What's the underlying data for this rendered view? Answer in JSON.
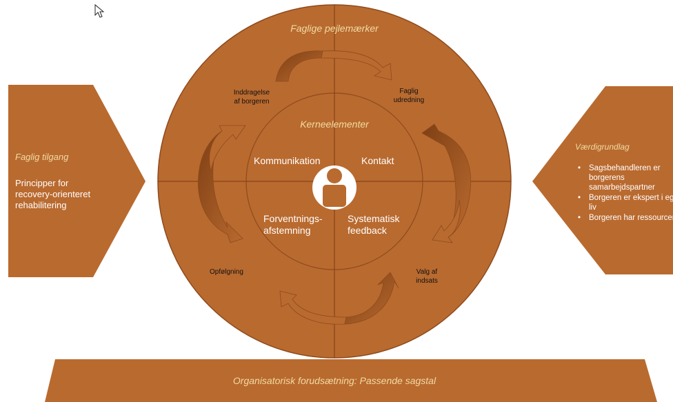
{
  "colors": {
    "fill": "#b96a2f",
    "fill_dark": "#8e4a1c",
    "line": "#7a3a12",
    "accent_text": "#f0dba3",
    "white": "#ffffff"
  },
  "circle": {
    "outer_title": "Faglige pejlemærker",
    "inner_title": "Kerneelementer",
    "quadrants": {
      "top_left": "Inddragelse\naf borgeren",
      "top_right": "Faglig\nudredning",
      "bottom_left": "Opfølgning",
      "bottom_right": "Valg af\nindsats"
    },
    "core": {
      "top_left": "Kommunikation",
      "top_right": "Kontakt",
      "bottom_left": "Forventnings-\nafstemning",
      "bottom_right": "Systematisk\nfeedback"
    },
    "center_icon": "person-icon"
  },
  "left_panel": {
    "title": "Faglig tilgang",
    "body": "Principper for\nrecovery-orienteret\nrehabilitering"
  },
  "right_panel": {
    "title": "Værdigrundlag",
    "bullets": [
      "Sagsbehandleren er borgerens samarbejdspartner",
      "Borgeren er ekspert i eget liv",
      "Borgeren har ressourcer"
    ]
  },
  "bottom_banner": {
    "text": "Organisatorisk forudsætning: Passende sagstal"
  },
  "cursor_icon": "mouse-pointer-icon"
}
